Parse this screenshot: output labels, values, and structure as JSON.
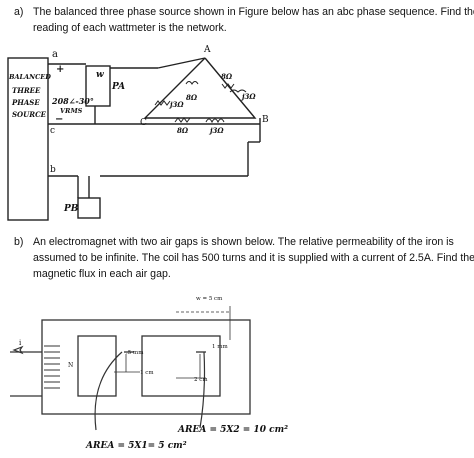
{
  "question_a": {
    "label": "a)",
    "lines": [
      "The balanced three phase source shown in Figure below has an abc phase sequence. Find the",
      "reading of each wattmeter is the network."
    ],
    "figure": {
      "source_label": [
        "BALANCED",
        "THREE",
        "PHASE",
        "SOURCE"
      ],
      "node_a": "a",
      "node_b": "b",
      "node_c": "c",
      "node_A": "A",
      "node_B": "B",
      "node_C": "C",
      "voltage": "208∠-30°",
      "voltage_unit": "VRMS",
      "plus": "+",
      "minus": "−",
      "meter_A": "PA",
      "meter_B": "PB",
      "coil_top": "w",
      "impedance_ab_r": "8Ω",
      "impedance_ab_x": "j3Ω",
      "impedance_ac_r": "8Ω",
      "impedance_ac_x": "j3Ω",
      "impedance_bc_r": "8Ω",
      "impedance_bc_x": "j3Ω"
    }
  },
  "question_b": {
    "label": "b)",
    "lines": [
      "An electromagnet with two air gaps is shown below. The relative permeability of the iron is",
      "assumed to be infinite. The coil has 500 turns and it is supplied with a current of 2.5A. Find the",
      "magnetic flux in each air gap."
    ],
    "figure": {
      "width_label": "w = 5 cm",
      "gap1_label": ".5 mm",
      "gap2_label": "1 mm",
      "dim1_label": "1 cm",
      "dim2_label": "2 cm",
      "coil_label": "N",
      "current_label": "i",
      "area1_note": "AREA = 5X1= 5 cm²",
      "area2_note": "AREA = 5X2 = 10 cm²"
    }
  }
}
